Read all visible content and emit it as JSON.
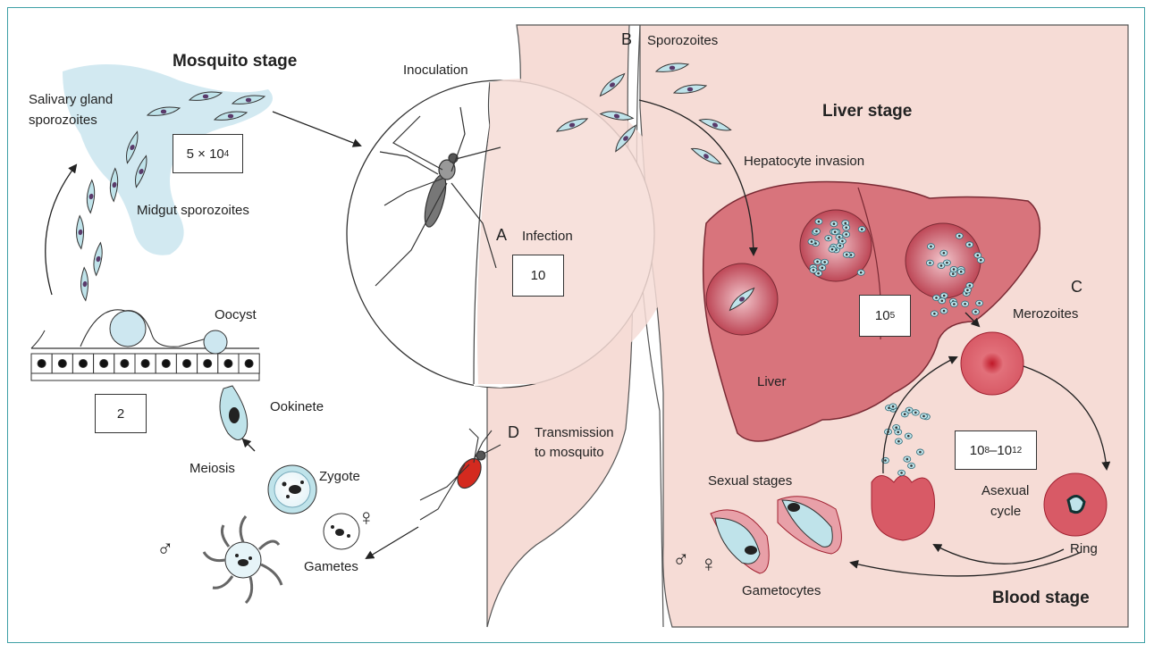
{
  "stages": {
    "mosquito": "Mosquito stage",
    "liver": "Liver stage",
    "blood": "Blood stage"
  },
  "letters": {
    "a": "A",
    "b": "B",
    "c": "C",
    "d": "D"
  },
  "labels": {
    "salivary_gland_line1": "Salivary gland",
    "salivary_gland_line2": "sporozoites",
    "midgut_sporozoites": "Midgut sporozoites",
    "oocyst": "Oocyst",
    "ookinete": "Ookinete",
    "meiosis": "Meiosis",
    "zygote": "Zygote",
    "gametes": "Gametes",
    "inoculation": "Inoculation",
    "infection": "Infection",
    "sporozoites": "Sporozoites",
    "hepatocyte_invasion": "Hepatocyte invasion",
    "liver": "Liver",
    "merozoites": "Merozoites",
    "asexual_line1": "Asexual",
    "asexual_line2": "cycle",
    "ring": "Ring",
    "sexual_stages": "Sexual stages",
    "gametocytes": "Gametocytes",
    "transmission_line1": "Transmission",
    "transmission_line2": "to mosquito"
  },
  "counts": {
    "salivary_base": "5 × 10",
    "salivary_exp": "4",
    "oocyst": "2",
    "infection": "10",
    "liver_base": "10",
    "liver_exp": "5",
    "blood_a": "10",
    "blood_a_exp": "8",
    "blood_dash": "–10",
    "blood_b_exp": "12"
  },
  "symbols": {
    "male": "♂",
    "female": "♀"
  },
  "colors": {
    "frame": "#3fa0a6",
    "skin": "#f6dcd6",
    "liver": "#d8747c",
    "parasite": "#bfe3ea",
    "nucleus": "#5a3a6a",
    "rbc": "#d24c58",
    "mosquito_blood": "#d42a1f",
    "midgut_cloud": "#cde7f0"
  }
}
